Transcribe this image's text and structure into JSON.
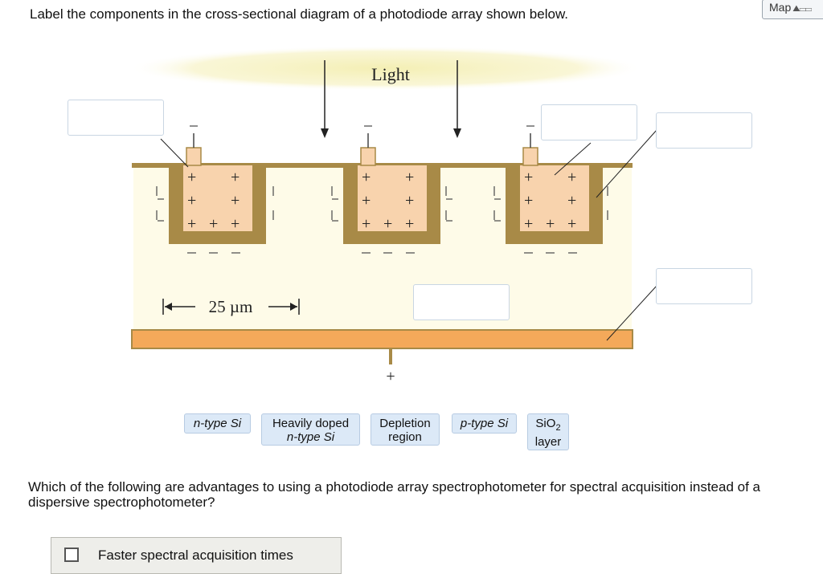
{
  "question_prompt": "Label the components in the cross-sectional diagram of a photodiode array shown below.",
  "map_button": {
    "label": "Map"
  },
  "diagram": {
    "light_label": "Light",
    "scale_label": "25 µm",
    "bottom_contact_sign": "+",
    "colors": {
      "light_glow": "#f4efb4",
      "substrate": "#fefbe8",
      "oxide_layer": "#a88a47",
      "p_region": "#f8d3ad",
      "bottom_electrode": "#f4a95a"
    }
  },
  "label_chips": [
    {
      "text": "n-type Si",
      "italic": true
    },
    {
      "text": "Heavily doped",
      "text2": "n-type Si"
    },
    {
      "text": "Depletion",
      "text2": "region"
    },
    {
      "text": "p-type Si",
      "italic": true
    },
    {
      "text": "SiO",
      "sub": "2",
      "text2": "layer"
    }
  ],
  "followup_question": "Which of the following are advantages to using a photodiode array spectrophotometer for spectral acquisition instead of a dispersive spectrophotometer?",
  "answer_options": [
    {
      "label": "Faster spectral acquisition times",
      "checked": false
    }
  ]
}
